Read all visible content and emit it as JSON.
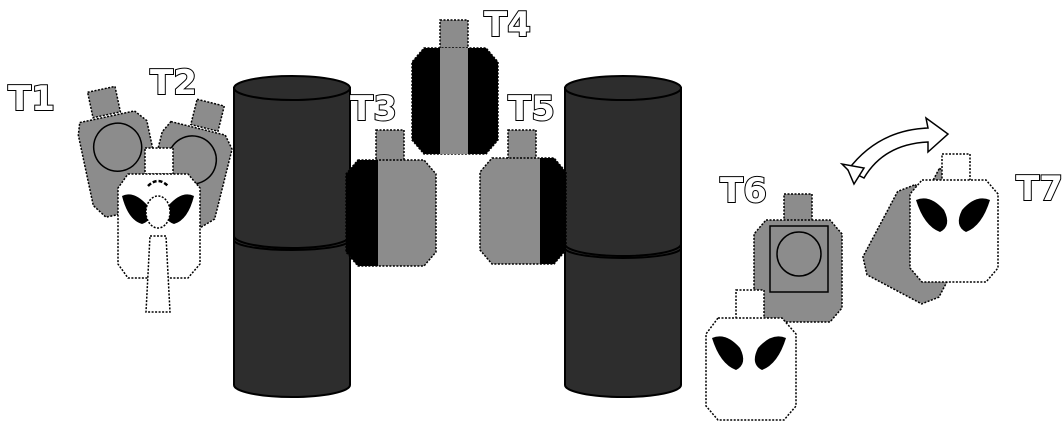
{
  "diagram": {
    "targets": [
      {
        "id": "T1",
        "label": "T1"
      },
      {
        "id": "T2",
        "label": "T2"
      },
      {
        "id": "T3",
        "label": "T3"
      },
      {
        "id": "T4",
        "label": "T4"
      },
      {
        "id": "T5",
        "label": "T5"
      },
      {
        "id": "T6",
        "label": "T6"
      },
      {
        "id": "T7",
        "label": "T7"
      }
    ],
    "colors": {
      "barrel": "#2d2d2d",
      "barrel_edge": "#000000",
      "target_gray": "#8c8c8c",
      "target_white": "#ffffff",
      "hard_cover": "#000000",
      "hit_zone": "#000000"
    }
  }
}
